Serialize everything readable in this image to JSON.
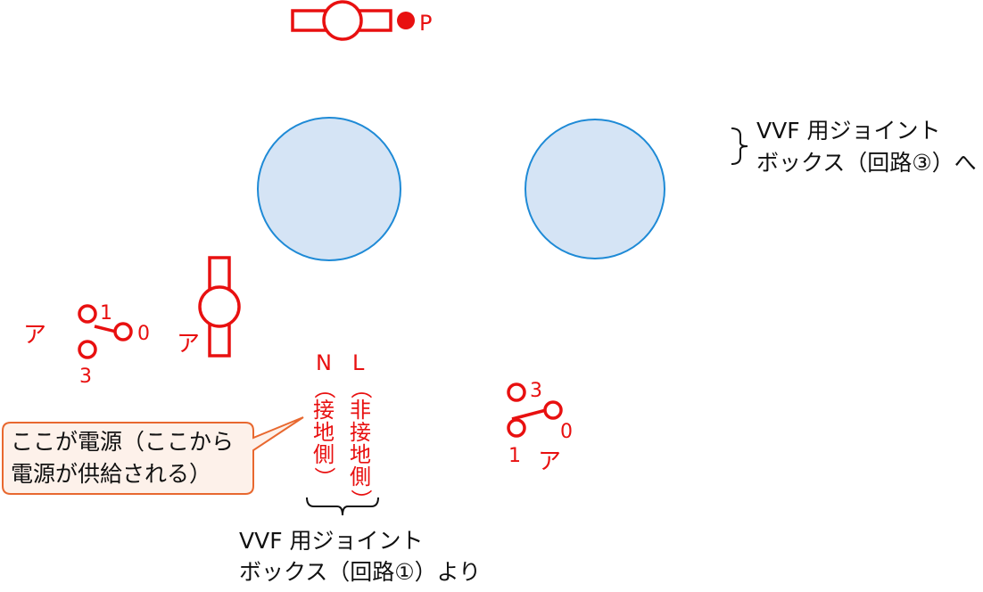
{
  "labels": {
    "pilot_lamp": "P",
    "switch_a_left": "ア",
    "switch_a_left_pos1": "1",
    "switch_a_left_pos0": "0",
    "switch_a_left_pos3": "3",
    "light_a": "ア",
    "switch_a_right": "ア",
    "switch_a_right_pos3": "3",
    "switch_a_right_pos0": "0",
    "switch_a_right_pos1": "1",
    "neutral_letter": "N",
    "neutral_text": [
      "（",
      "接",
      "地",
      "側",
      "）"
    ],
    "live_letter": "L",
    "live_text": [
      "（",
      "非",
      "接",
      "地",
      "側",
      "）"
    ],
    "to_box_line1": "VVF 用ジョイント",
    "to_box_line2": "ボックス（回路③）へ",
    "from_box_line1": "VVF 用ジョイント",
    "from_box_line2": "ボックス（回路①）より",
    "callout_line1": "ここが電源（ここから",
    "callout_line2": "電源が供給される）"
  },
  "colors": {
    "symbol_red": "#e81010",
    "box_fill": "#d5e4f5",
    "box_stroke": "#1e8ad6",
    "callout_fill": "#fdf1ea",
    "callout_stroke": "#e8682f",
    "text": "#111111"
  }
}
